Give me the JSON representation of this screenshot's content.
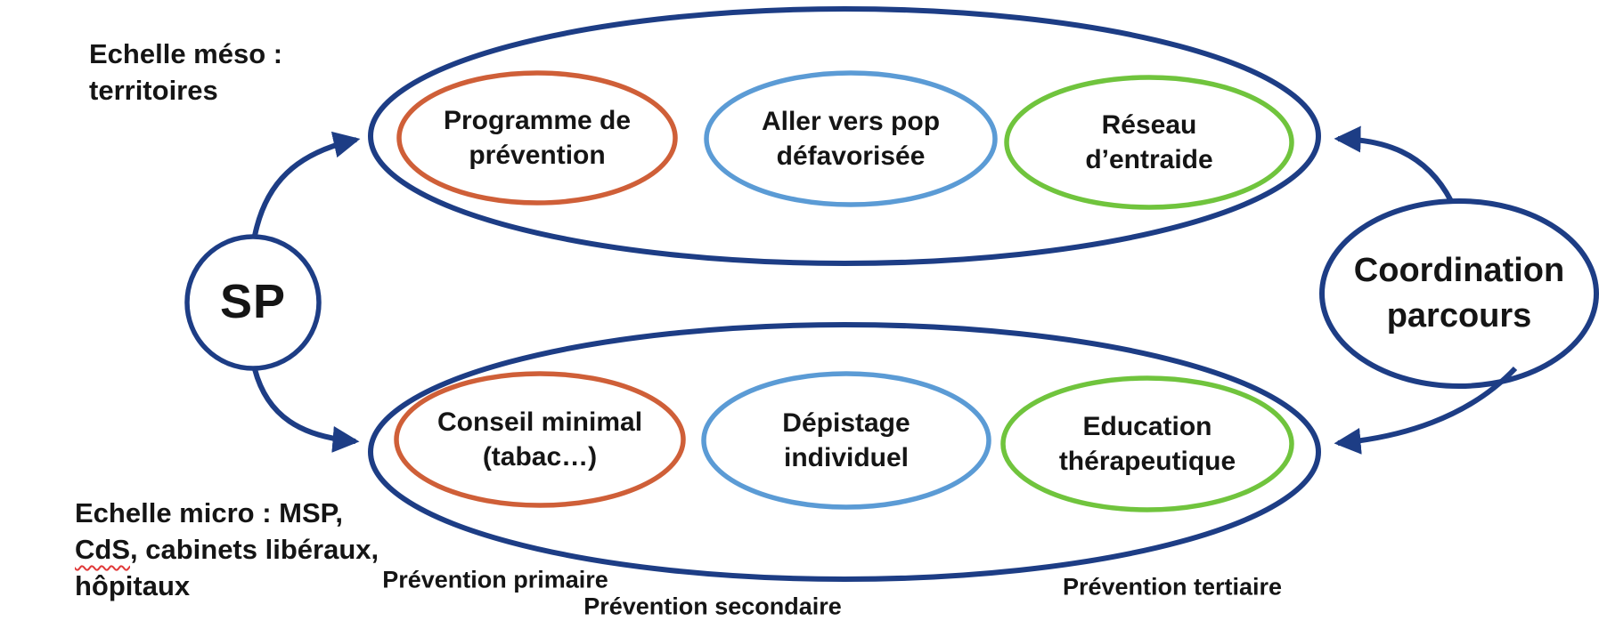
{
  "colors": {
    "navy": "#1d3d85",
    "orange": "#cf5f38",
    "light_blue": "#5b9bd5",
    "green": "#70c43d",
    "text": "#151515",
    "squiggle": "#e03a3a"
  },
  "scales": {
    "meso_line1": "Echelle méso :",
    "meso_line2": "territoires",
    "micro_line1": "Echelle micro : MSP,",
    "micro_line2_flagged": "CdS",
    "micro_line2_rest": ", cabinets libéraux,",
    "micro_line3": "hôpitaux"
  },
  "hubs": {
    "sp": "SP",
    "coordination_line1": "Coordination",
    "coordination_line2": "parcours"
  },
  "top_group": {
    "items": [
      {
        "line1": "Programme de",
        "line2": "prévention"
      },
      {
        "line1": "Aller vers pop",
        "line2": "défavorisée"
      },
      {
        "line1": "Réseau",
        "line2": "d’entraide"
      }
    ]
  },
  "bottom_group": {
    "items": [
      {
        "line1": "Conseil minimal",
        "line2": "(tabac…)"
      },
      {
        "line1": "Dépistage",
        "line2": "individuel"
      },
      {
        "line1": "Education",
        "line2": "thérapeutique"
      }
    ]
  },
  "prevention_labels": {
    "primary": "Prévention primaire",
    "secondary": "Prévention secondaire",
    "tertiary": "Prévention tertiaire"
  }
}
